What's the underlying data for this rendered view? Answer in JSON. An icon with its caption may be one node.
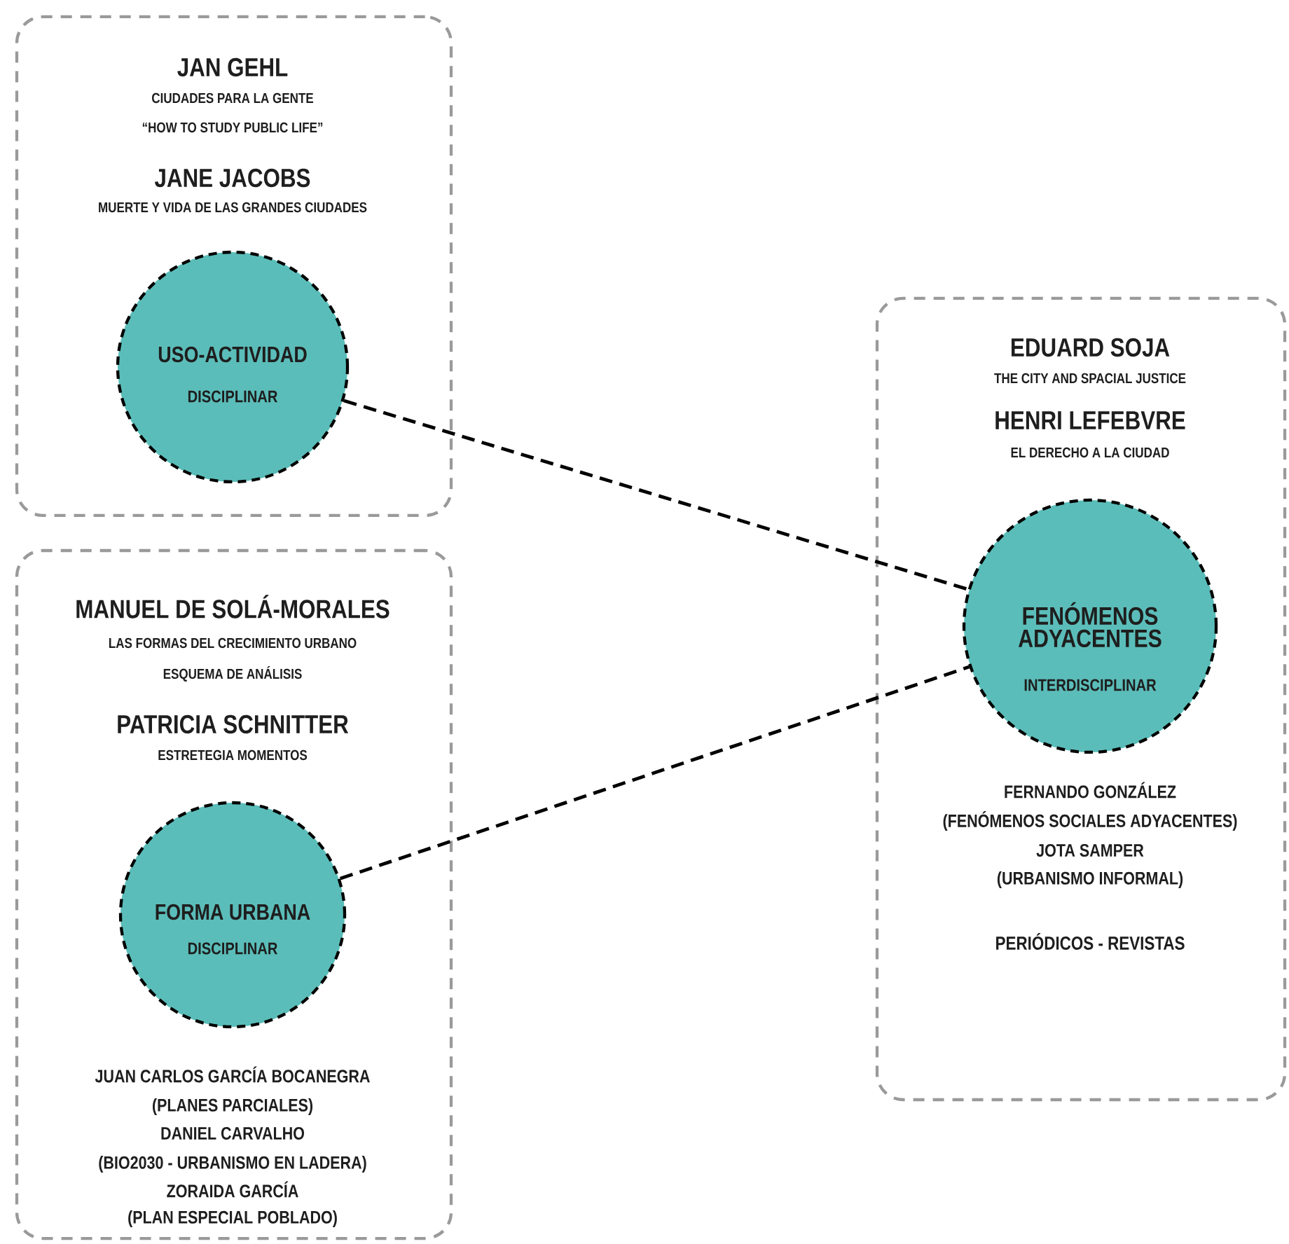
{
  "diagram": {
    "nodes": [
      {
        "text": [
          "JAN GEHL",
          "CIUDADES PARA LA GENTE",
          "“HOW TO STUDY PUBLIC LIFE”",
          "JANE JACOBS",
          "MUERTE Y VIDA DE LAS GRANDES CIUDADES"
        ]
      },
      {
        "text": [
          "USO-ACTIVIDAD",
          "DISCIPLINAR"
        ],
        "in": 0
      },
      {
        "text": [
          "MANUEL DE SOLÁ-MORALES",
          "LAS FORMAS DEL CRECIMIENTO URBANO",
          "ESQUEMA DE ANÁLISIS",
          "PATRICIA SCHNITTER",
          "ESTRETEGIA MOMENTOS",
          "JUAN CARLOS GARCÍA BOCANEGRA",
          "(PLANES PARCIALES)",
          "DANIEL CARVALHO",
          "(BIO2030 - URBANISMO EN LADERA)",
          "ZORAIDA GARCÍA",
          "(PLAN ESPECIAL POBLADO)"
        ]
      },
      {
        "text": [
          "FORMA URBANA",
          "DISCIPLINAR"
        ],
        "in": 2
      },
      {
        "text": [
          "EDUARD SOJA",
          "THE CITY AND SPACIAL JUSTICE",
          "HENRI LEFEBVRE",
          "EL DERECHO A LA CIUDAD",
          "FERNANDO GONZÁLEZ",
          "(FENÓMENOS SOCIALES ADYACENTES)",
          "JOTA SAMPER",
          "(URBANISMO INFORMAL)",
          "PERIÓDICOS - REVISTAS"
        ]
      },
      {
        "text": [
          "FENÓMENOS ADYACENTES",
          "INTERDISCIPLINAR"
        ],
        "in": 4
      }
    ],
    "edges": [
      {
        "from": 1,
        "to": 5,
        "arrow": "none",
        "style": "dashed"
      },
      {
        "from": 3,
        "to": 5,
        "arrow": "none",
        "style": "dashed"
      }
    ]
  }
}
